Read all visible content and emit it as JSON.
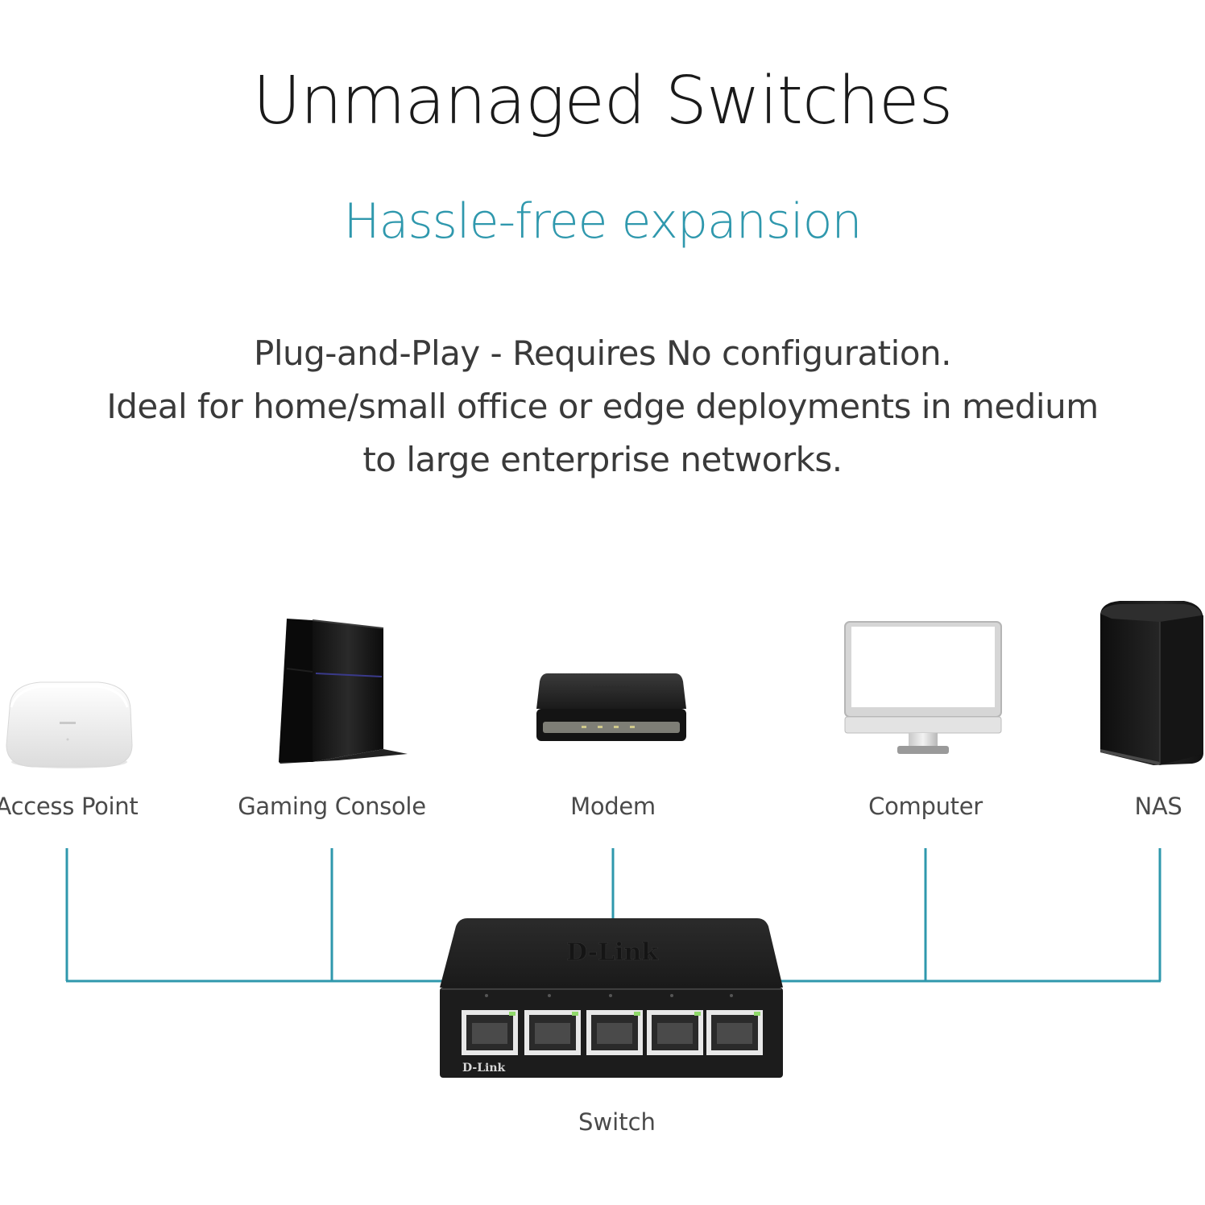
{
  "header": {
    "title": "Unmanaged Switches",
    "subtitle": "Hassle-free expansion"
  },
  "description": {
    "lines": [
      "Plug-and-Play - Requires No configuration.",
      "Ideal for home/small office or edge deployments in medium",
      "to large enterprise networks."
    ]
  },
  "devices": [
    {
      "label": "Access Point",
      "icon": "access-point-icon"
    },
    {
      "label": "Gaming Console",
      "icon": "gaming-console-icon"
    },
    {
      "label": "Modem",
      "icon": "modem-icon"
    },
    {
      "label": "Computer",
      "icon": "computer-icon"
    },
    {
      "label": "NAS",
      "icon": "nas-icon"
    }
  ],
  "switch": {
    "label": "Switch",
    "icon": "switch-icon",
    "brand": "D-Link",
    "port_count": 5
  },
  "colors": {
    "accent": "#2f98ad",
    "title": "#1a1a1a",
    "text": "#3a3a3a",
    "device_dark": "#1c1c1c"
  }
}
